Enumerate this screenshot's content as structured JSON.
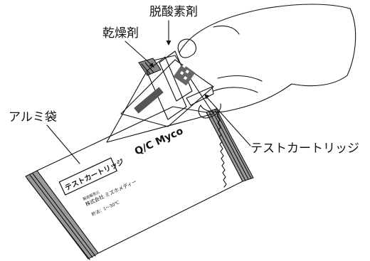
{
  "callouts": {
    "oxygen_absorber": "脱酸素剤",
    "desiccant": "乾燥剤",
    "aluminum_bag": "アルミ袋",
    "test_cartridge": "テストカートリッジ"
  },
  "pouch": {
    "brand": "Q/C Myco",
    "product_label": "テストカートリッジ",
    "maker_caption": "製造販売元",
    "maker_name": "株式会社 ミズホメディー",
    "storage": "貯法：1～30℃"
  }
}
